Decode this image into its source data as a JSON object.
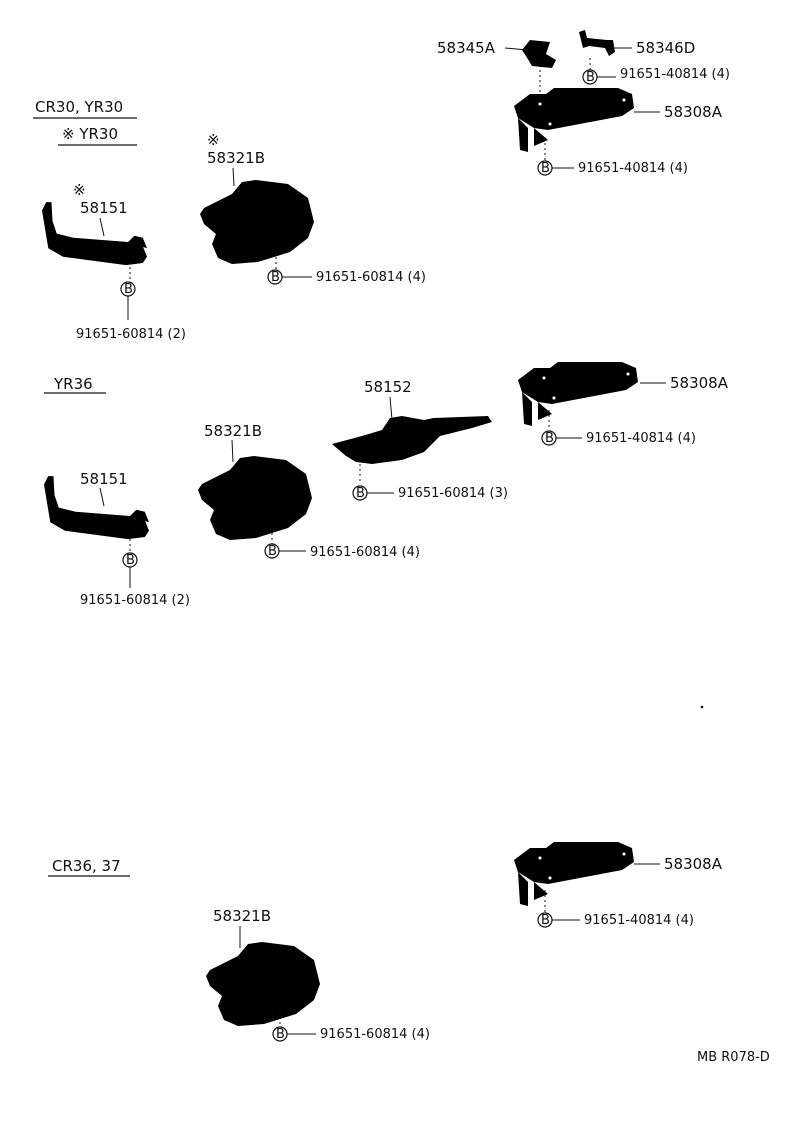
{
  "sections": {
    "cr30_yr30": {
      "title": "CR30, YR30",
      "subtitle": "※ YR30",
      "star": "※",
      "parts": {
        "p58151": "58151",
        "p58321b": "58321B",
        "p58345a": "58345A",
        "p58346d": "58346D",
        "p58308a": "58308A"
      },
      "bolts": {
        "b58151": "91651-60814  (2)",
        "b58321b": "91651-60814  (4)",
        "b58346d": "91651-40814  (4)",
        "b58308a": "91651-40814  (4)"
      }
    },
    "yr36": {
      "title": "YR36",
      "parts": {
        "p58151": "58151",
        "p58321b": "58321B",
        "p58152": "58152",
        "p58308a": "58308A"
      },
      "bolts": {
        "b58151": "91651-60814  (2)",
        "b58321b": "91651-60814  (4)",
        "b58152": "91651-60814  (3)",
        "b58308a": "91651-40814  (4)"
      }
    },
    "cr36_37": {
      "title": "CR36, 37",
      "parts": {
        "p58321b": "58321B",
        "p58308a": "58308A"
      },
      "bolts": {
        "b58321b": "91651-60814  (4)",
        "b58308a": "91651-40814  (4)"
      }
    }
  },
  "bolt_symbol": "B",
  "drawing_code": "MB R078-D"
}
